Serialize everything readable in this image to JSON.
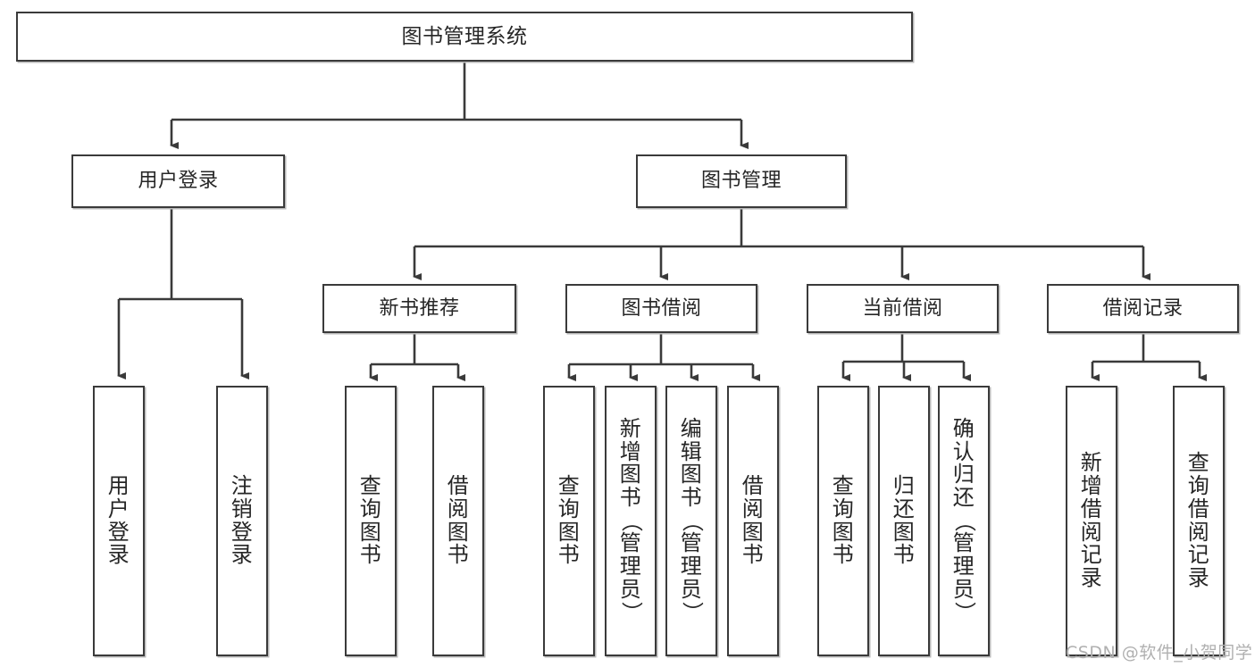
{
  "diagram": {
    "title": "图书管理系统",
    "type": "hierarchy-tree",
    "colors": {
      "box_border": "#3a3a3a",
      "box_fill": "#ffffff",
      "connector": "#3a3a3a",
      "text": "#262626",
      "watermark": "#b0b0b0",
      "background": "#ffffff"
    },
    "root": {
      "label": "图书管理系统"
    },
    "level1": [
      {
        "label": "用户登录"
      },
      {
        "label": "图书管理"
      }
    ],
    "level2": [
      {
        "label": "新书推荐"
      },
      {
        "label": "图书借阅"
      },
      {
        "label": "当前借阅"
      },
      {
        "label": "借阅记录"
      }
    ],
    "leaves": {
      "user_login": [
        {
          "label": "用户登录"
        },
        {
          "label": "注销登录"
        }
      ],
      "new_book": [
        {
          "label": "查询图书"
        },
        {
          "label": "借阅图书"
        }
      ],
      "book_borrow": [
        {
          "label": "查询图书"
        },
        {
          "label": "新增图书（管理员）"
        },
        {
          "label": "编辑图书（管理员）"
        },
        {
          "label": "借阅图书"
        }
      ],
      "current_borrow": [
        {
          "label": "查询图书"
        },
        {
          "label": "归还图书"
        },
        {
          "label": "确认归还（管理员）"
        }
      ],
      "borrow_record": [
        {
          "label": "新增借阅记录"
        },
        {
          "label": "查询借阅记录"
        }
      ]
    }
  },
  "watermark": {
    "text": "CSDN @软件_小贺同学"
  }
}
